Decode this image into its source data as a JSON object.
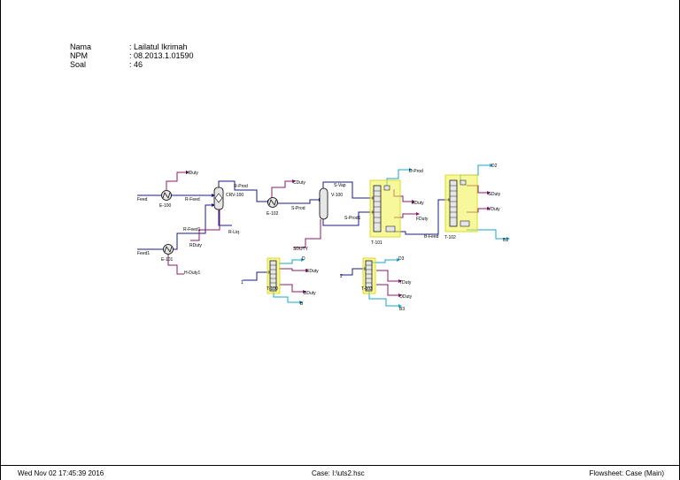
{
  "header": {
    "rows": [
      {
        "label": "Nama",
        "value": ": Lailatul Ikrimah"
      },
      {
        "label": "NPM",
        "value": ": 08.2013.1.01590"
      },
      {
        "label": "Soal",
        "value": ": 46"
      }
    ]
  },
  "footer": {
    "datetime": "Wed Nov 02 17:45:39 2016",
    "case": "Case: I:\\uts2.hsc",
    "flowsheet": "Flowsheet: Case (Main)"
  },
  "colors": {
    "material_stream": "#1a1a8c",
    "energy_stream": "#8b1a6b",
    "product_stream": "#1aa3c8",
    "column_highlight": "#f0f04a",
    "equipment_fill": "#e6e6e6"
  },
  "units": {
    "E-100": "E-100",
    "E-101": "E-101",
    "CRV-100": "CRV-100",
    "E-102": "E-102",
    "V-100": "V-100",
    "T-101": "T-101",
    "T-102": "T-102",
    "T-100": "T-100",
    "T-103": "T-103"
  },
  "streams": {
    "Feed": "Feed",
    "HDuty": "HDuty",
    "R-Feed": "R-Feed",
    "Feed1": "Feed1",
    "R-Feed1": "R-Feed1",
    "RDuty": "RDuty",
    "H-Duty1": "H-Duty1",
    "R-Prod": "R-Prod",
    "R-Liq": "R-Liq",
    "CDuty": "CDuty",
    "S-Prod": "S-Prod",
    "S-Vap": "S-Vap",
    "S-Prod1": "S-Prod1",
    "SDUTY": "SDUTY",
    "D-Prod": "D-Prod",
    "ADuty": "ADuty",
    "FDuty": "FDuty",
    "B-Feed": "B-Feed",
    "D2": "D2",
    "GDuty": "GDuty",
    "VDuty": "VDuty",
    "B1": "B1",
    "s1": "1",
    "D": "D",
    "EDuty": "EDuty",
    "BDuty": "BDuty",
    "B": "B",
    "s2": "2",
    "D3": "D3",
    "TDuty": "TDuty",
    "ODuty": "ODuty",
    "B3": "B3"
  }
}
